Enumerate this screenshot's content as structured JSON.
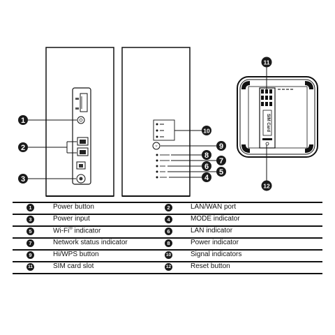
{
  "callouts": {
    "c1": "1",
    "c2": "2",
    "c3": "3",
    "c4": "4",
    "c5": "5",
    "c6": "6",
    "c7": "7",
    "c8": "8",
    "c9": "9",
    "c10": "10",
    "c11": "11",
    "c12": "12"
  },
  "device": {
    "sim_card_label": "SIM Card"
  },
  "legend": {
    "rows": [
      {
        "left": {
          "num": "1",
          "label": "Power button"
        },
        "right": {
          "num": "2",
          "label": "LAN/WAN port"
        }
      },
      {
        "left": {
          "num": "3",
          "label": "Power input"
        },
        "right": {
          "num": "4",
          "label": "MODE indicator"
        }
      },
      {
        "left": {
          "num": "5",
          "label_main": "Wi-Fi",
          "label_sup": "®",
          "label_tail": " indicator"
        },
        "right": {
          "num": "6",
          "label": "LAN indicator"
        }
      },
      {
        "left": {
          "num": "7",
          "label": "Network status indicator"
        },
        "right": {
          "num": "8",
          "label": "Power indicator"
        }
      },
      {
        "left": {
          "num": "9",
          "label": "Hi/WPS button"
        },
        "right": {
          "num": "10",
          "label": "Signal indicators"
        }
      },
      {
        "left": {
          "num": "11",
          "label": "SIM card slot"
        },
        "right": {
          "num": "12",
          "label": "Reset button"
        }
      }
    ]
  }
}
